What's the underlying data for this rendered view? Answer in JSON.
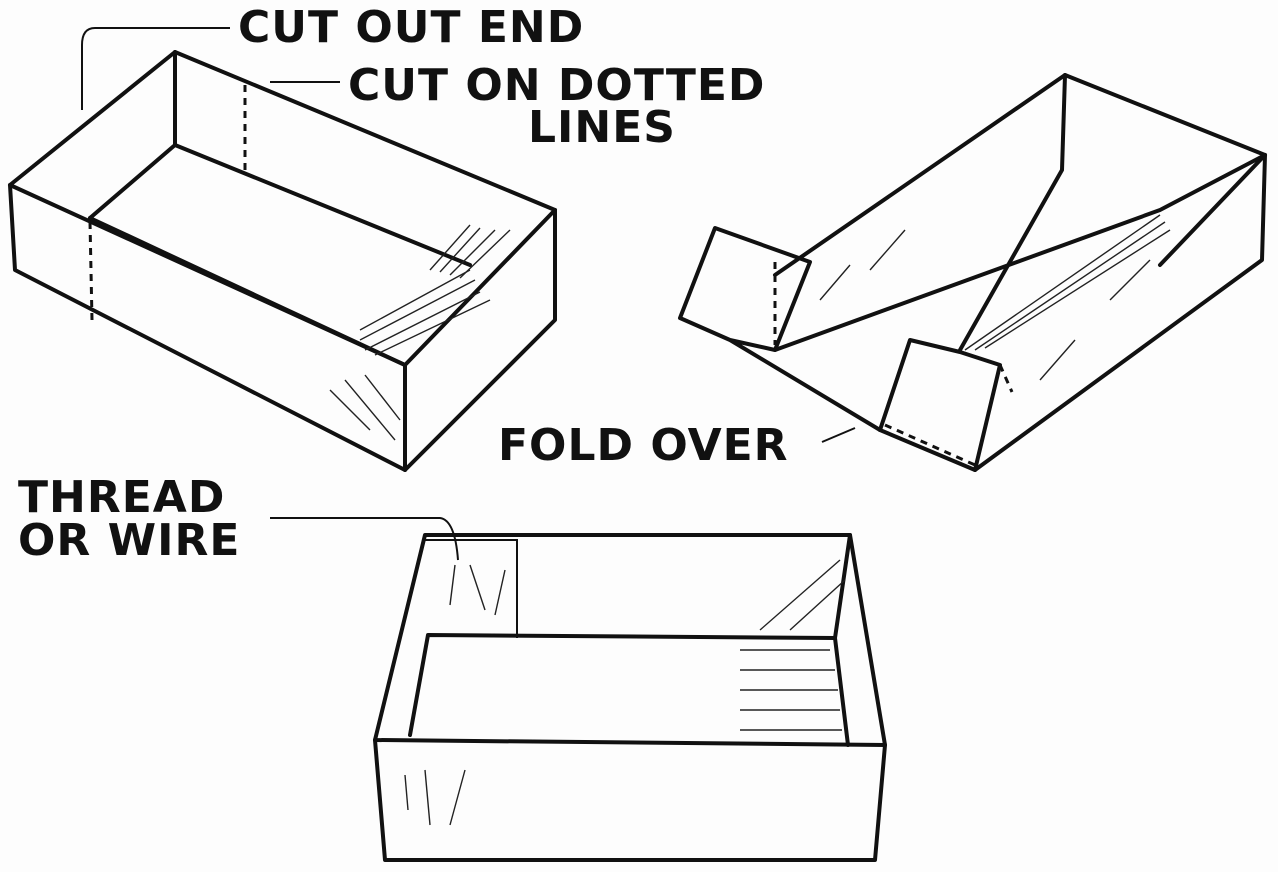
{
  "labels": {
    "cut_out_end": "CUT OUT END",
    "cut_on_dotted_1": "CUT ON DOTTED",
    "cut_on_dotted_2": "LINES",
    "fold_over": "FOLD OVER",
    "thread_1": "THREAD",
    "thread_2": "OR WIRE"
  }
}
